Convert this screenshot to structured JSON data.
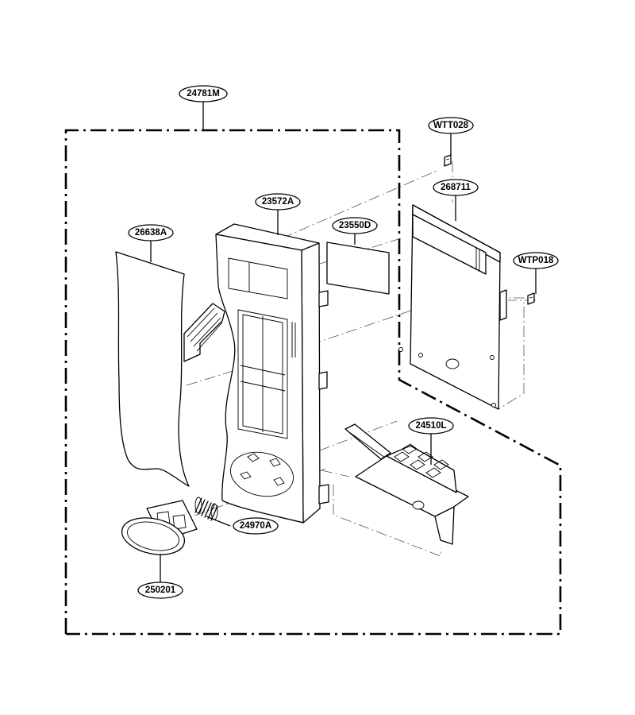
{
  "callouts": {
    "assembly": "24781M",
    "screw_top": "WTT028",
    "pcb": "268711",
    "panel_frame": "23572A",
    "display_window": "23550D",
    "membrane_switch": "26638A",
    "screw_side": "WTP018",
    "door_latch": "24510L",
    "spring": "24970A",
    "push_button": "250201"
  }
}
